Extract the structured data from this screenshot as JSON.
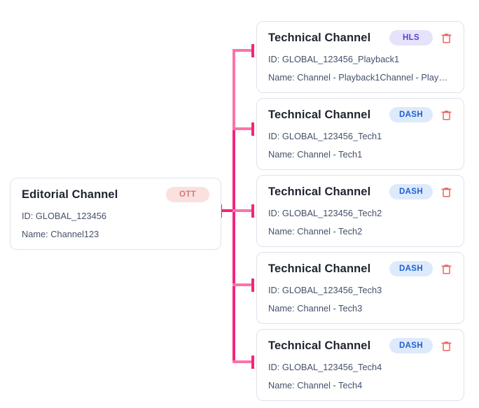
{
  "diagram": {
    "type": "channel-hierarchy-tree",
    "colors": {
      "card_border": "#dde3ec",
      "card_background": "#ffffff",
      "title_text": "#1f2430",
      "body_text": "#44506a",
      "connector_primary": "#f4247c",
      "connector_secondary": "#fb74a9",
      "delete_icon": "#e8645c",
      "badge_ott_bg": "#fbe0e0",
      "badge_ott_fg": "#cf7b76",
      "badge_hls_bg": "#e5e2fb",
      "badge_hls_fg": "#5b3fd6",
      "badge_dash_bg": "#ddeafc",
      "badge_dash_fg": "#1f5fd0"
    }
  },
  "root": {
    "title": "Editorial Channel",
    "badge": "OTT",
    "id_line": "ID: GLOBAL_123456",
    "name_line": "Name: Channel123",
    "has_delete": false
  },
  "children": [
    {
      "title": "Technical Channel",
      "badge": "HLS",
      "id_line": "ID: GLOBAL_123456_Playback1",
      "name_line": "Name: Channel - Playback1Channel - Playba...",
      "delete_icon": "trash-icon",
      "has_delete": true
    },
    {
      "title": "Technical Channel",
      "badge": "DASH",
      "id_line": "ID: GLOBAL_123456_Tech1",
      "name_line": "Name: Channel - Tech1",
      "delete_icon": "trash-icon",
      "has_delete": true
    },
    {
      "title": "Technical Channel",
      "badge": "DASH",
      "id_line": "ID: GLOBAL_123456_Tech2",
      "name_line": "Name: Channel - Tech2",
      "delete_icon": "trash-icon",
      "has_delete": true
    },
    {
      "title": "Technical Channel",
      "badge": "DASH",
      "id_line": "ID: GLOBAL_123456_Tech3",
      "name_line": "Name: Channel - Tech3",
      "delete_icon": "trash-icon",
      "has_delete": true
    },
    {
      "title": "Technical Channel",
      "badge": "DASH",
      "id_line": "ID: GLOBAL_123456_Tech4",
      "name_line": "Name: Channel - Tech4",
      "delete_icon": "trash-icon",
      "has_delete": true
    }
  ]
}
